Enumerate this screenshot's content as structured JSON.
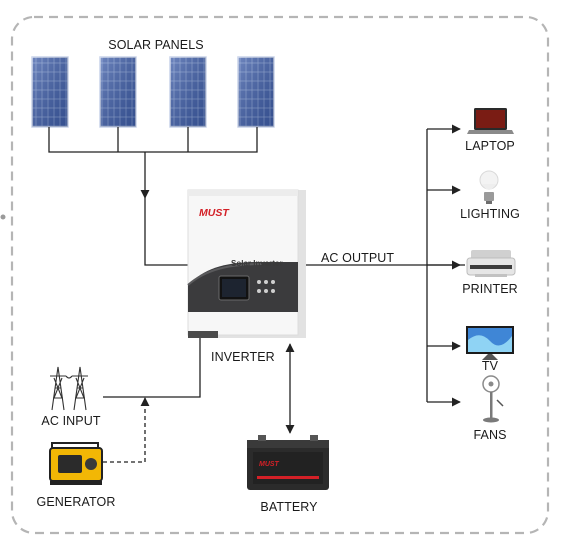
{
  "diagram": {
    "solar_label": "SOLAR PANELS",
    "inverter": {
      "brand": "MUST",
      "model": "Solar Inverter",
      "label": "INVERTER"
    },
    "ac_output_label": "AC OUTPUT",
    "loads": [
      {
        "label": "LAPTOP",
        "icon": "laptop-icon"
      },
      {
        "label": "LIGHTING",
        "icon": "lightbulb-icon"
      },
      {
        "label": "PRINTER",
        "icon": "printer-icon"
      },
      {
        "label": "TV",
        "icon": "tv-icon"
      },
      {
        "label": "FANS",
        "icon": "fan-icon"
      }
    ],
    "sources": [
      {
        "label": "AC INPUT",
        "icon": "transmission-tower-icon"
      },
      {
        "label": "GENERATOR",
        "icon": "generator-icon"
      }
    ],
    "battery": {
      "label": "BATTERY",
      "brand": "MUST"
    },
    "colors": {
      "frame": "#b5b5b5",
      "line": "#222222",
      "panel_blue": "#3e5da8",
      "brand_red": "#d32027",
      "generator_yellow": "#f2b705"
    }
  }
}
